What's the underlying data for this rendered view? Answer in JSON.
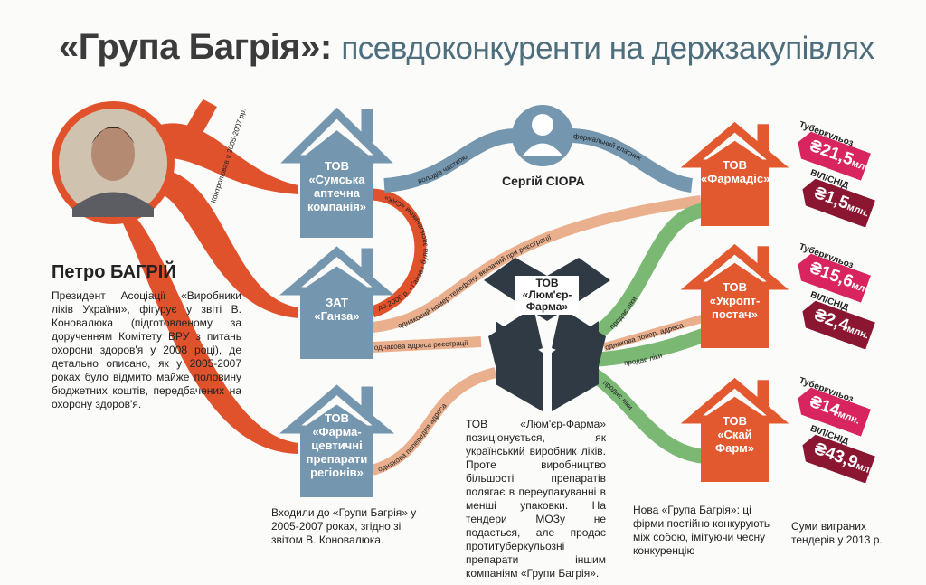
{
  "title": {
    "main": "«Група Багрія»:",
    "sub": "псевдоконкуренти на держзакупівлях"
  },
  "person_main": {
    "name": "Петро БАГРІЙ",
    "bio": "Президент Асоціації «Виробники ліків України», фігурує у звіті В. Коновалюка (підготовленому за дорученням Комітету ВРУ з питань охорони здоров'я у 2008 році), де детально описано, як у 2005-2007 роках було відмито майже половину бюджетних коштів, передбачених на охорону здоров'я."
  },
  "person_second": {
    "name": "Сергій СІОРА"
  },
  "old_group": [
    {
      "type": "ТОВ",
      "name": "«Сумська аптечна компанія»"
    },
    {
      "type": "ЗАТ",
      "name": "«Ганза»"
    },
    {
      "type": "ТОВ",
      "name": "«Фарма-цевтичні препарати регіонів»"
    }
  ],
  "center_company": {
    "type": "ТОВ",
    "name": "«Люм'єр-Фарма»",
    "description": "ТОВ «Люм'єр-Фарма» позиціонується, як український виробник ліків. Проте виробництво більшості препаратів полягає в переупакуванні в менші упаковки. На тендери МОЗу не подається, але продає протитуберкульозні препарати іншим компаніям «Групи Багрія»."
  },
  "new_group": [
    {
      "type": "ТОВ",
      "name": "«Фармадіс»",
      "tb": "₴21,5",
      "hiv": "₴1,5"
    },
    {
      "type": "ТОВ",
      "name": "«Укропт-постач»",
      "tb": "₴15,6",
      "hiv": "₴2,4"
    },
    {
      "type": "ТОВ",
      "name": "«Скай Фарм»",
      "tb": "₴14",
      "hiv": "₴43,9"
    }
  ],
  "tag_labels": {
    "tb": "Туберкульоз",
    "hiv": "ВІЛ/СНІД",
    "unit": "млн."
  },
  "link_labels": {
    "controlled": "Контролював у 2005-2007 рр.",
    "owned_share": "володів часткою",
    "formal_owner": "формальний власник",
    "sak_founder": "до 2006 р. «Ганза» була засновником «САК»",
    "same_phone": "однаковий номер телефону, вказаний при реєстрації",
    "same_address": "однакова адреса реєстрації",
    "same_prev_address": "однакова попер. адреса",
    "same_prev_address2": "однакова попередня адреса",
    "sells": "продає ліки"
  },
  "captions": {
    "old_group": "Входили до «Групи Багрія» у 2005-2007 роках, згідно зі звітом В. Коновалюка.",
    "new_group": "Нова «Група Багрія»: ці фірми постійно конкурують між собою, імітуючи чесну конкуренцію",
    "sums": "Суми виграних тендерів у 2013 р."
  },
  "colors": {
    "old": "#7496ae",
    "new": "#e2592f",
    "red_link": "#e0522c",
    "green_link": "#7ab874",
    "tan_link": "#eab08e",
    "tb_tag": "#d8245f",
    "hiv_tag": "#8a1632",
    "box": "#2f3a44"
  }
}
